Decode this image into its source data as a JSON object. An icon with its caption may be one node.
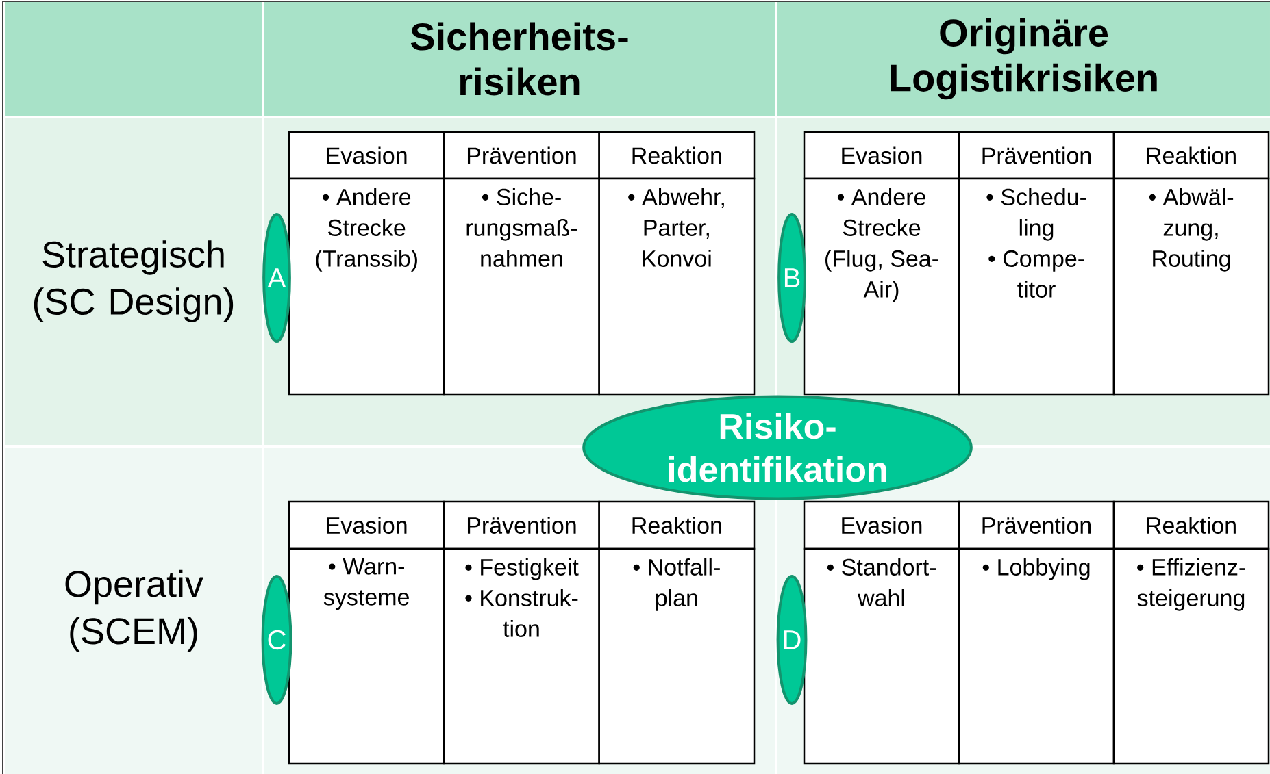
{
  "diagram": {
    "nodes": [
      {
        "text": [
          "Sicherheits- risiken"
        ]
      },
      {
        "text": [
          "Originäre Logistikrisiken"
        ]
      },
      {
        "text": [
          "Strategisch (SC Design)"
        ]
      },
      {
        "text": [
          "A"
        ]
      },
      {
        "text": [
          "Evasion"
        ]
      },
      {
        "text": [
          "Prävention"
        ]
      },
      {
        "text": [
          "Reaktion"
        ]
      },
      {
        "text": [
          "• Andere Strecke (Transsib)"
        ]
      },
      {
        "text": [
          "• Siche- rungsmaß- nahmen"
        ]
      },
      {
        "text": [
          "• Abwehr, Parter, Konvoi"
        ]
      },
      {
        "text": [
          "B"
        ]
      },
      {
        "text": [
          "Evasion"
        ]
      },
      {
        "text": [
          "Prävention"
        ]
      },
      {
        "text": [
          "Reaktion"
        ]
      },
      {
        "text": [
          "• Andere Strecke (Flug, Sea- Air)"
        ]
      },
      {
        "text": [
          "• Schedu- ling",
          "• Compe- titor"
        ]
      },
      {
        "text": [
          "• Abwäl- zung, Routing"
        ]
      },
      {
        "text": [
          "Risiko- identifikation"
        ]
      },
      {
        "text": [
          "Operativ (SCEM)"
        ]
      },
      {
        "text": [
          "C"
        ]
      },
      {
        "text": [
          "Evasion"
        ]
      },
      {
        "text": [
          "Prävention"
        ]
      },
      {
        "text": [
          "Reaktion"
        ]
      },
      {
        "text": [
          "• Warn- systeme"
        ]
      },
      {
        "text": [
          "• Festigkeit",
          "• Konstruk- tion"
        ]
      },
      {
        "text": [
          "• Notfall- plan"
        ]
      },
      {
        "text": [
          "D"
        ]
      },
      {
        "text": [
          "Evasion"
        ]
      },
      {
        "text": [
          "Prävention"
        ]
      },
      {
        "text": [
          "Reaktion"
        ]
      },
      {
        "text": [
          "• Standort- wahl"
        ]
      },
      {
        "text": [
          "• Lobbying"
        ]
      },
      {
        "text": [
          "• Effizienz- steigerung"
        ]
      }
    ]
  }
}
